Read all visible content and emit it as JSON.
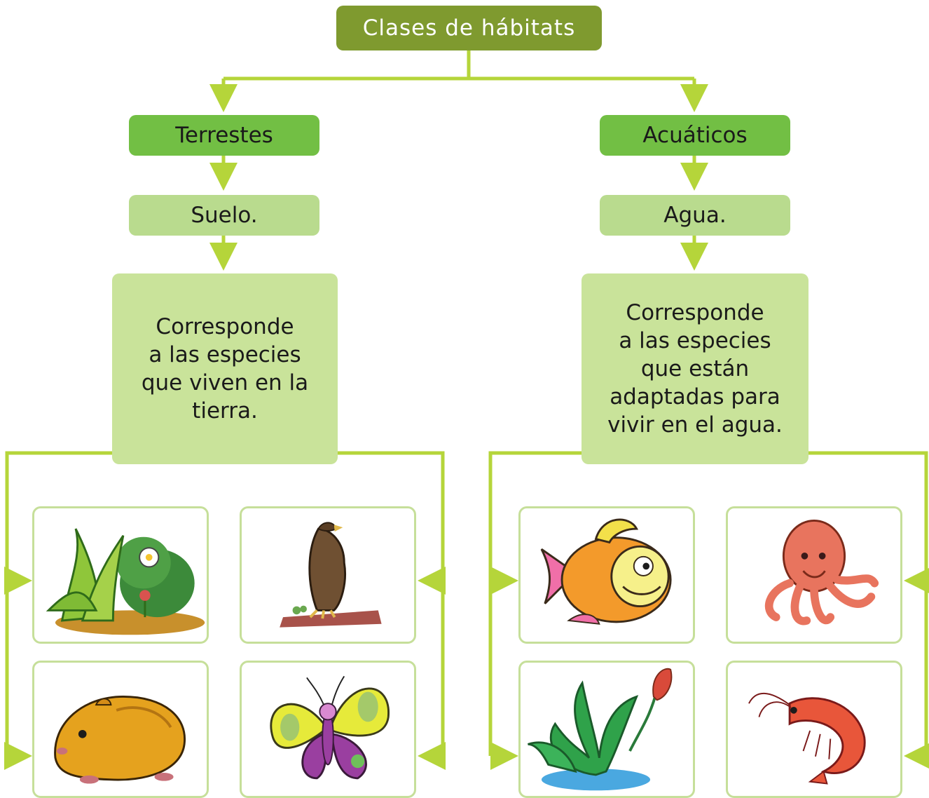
{
  "title": "Clases de hábitats",
  "branches": [
    {
      "category": "Terrestes",
      "subcategory": "Suelo.",
      "description": "Corresponde\na las especies\nque viven en la\ntierra.",
      "images": [
        "grass-plant-icon",
        "eagle-icon",
        "guinea-pig-icon",
        "butterfly-icon"
      ]
    },
    {
      "category": "Acuáticos",
      "subcategory": "Agua.",
      "description": "Corresponde\na las especies\nque están\nadaptadas para\nvivir en el agua.",
      "images": [
        "fish-icon",
        "octopus-icon",
        "aquatic-plant-icon",
        "shrimp-icon"
      ]
    }
  ],
  "colors": {
    "title_bg": "#7f9a2f",
    "category_bg": "#72bf44",
    "subcategory_bg": "#b9db8e",
    "description_bg": "#c9e39a",
    "connector": "#b5d53a",
    "card_border": "#c6df9a"
  }
}
